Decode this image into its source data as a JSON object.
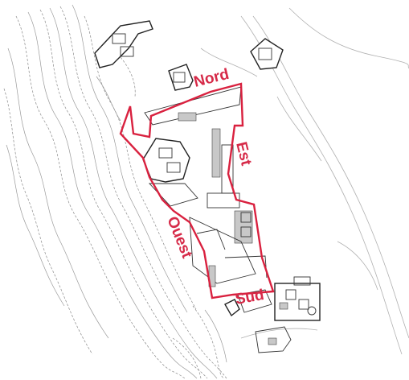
{
  "map": {
    "labels": {
      "north": "Nord",
      "east": "Est",
      "west": "Ouest",
      "south": "Sud"
    },
    "colors": {
      "wall_outline": "#d9213f",
      "label": "#d62a48",
      "contour": "#9a9a9a",
      "building": "#222222",
      "background": "#ffffff"
    }
  }
}
